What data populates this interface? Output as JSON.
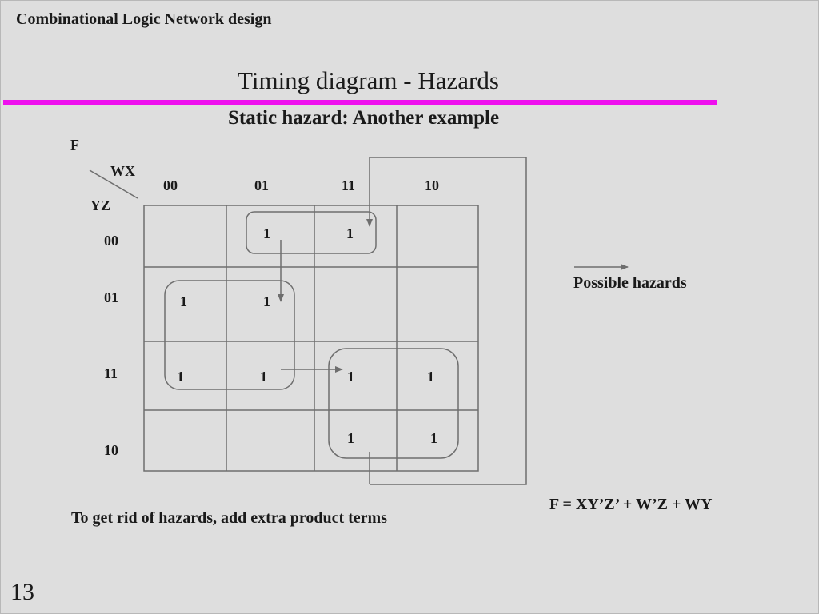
{
  "slide": {
    "header": "Combinational Logic Network design",
    "title": "Timing diagram - Hazards",
    "subtitle": "Static hazard: Another example",
    "slide_number": "13"
  },
  "kmap": {
    "function_label": "F",
    "row_vars": "WX",
    "col_vars": "YZ",
    "column_codes": [
      "00",
      "01",
      "11",
      "10"
    ],
    "row_codes": [
      "00",
      "01",
      "11",
      "10"
    ],
    "cells": [
      [
        "",
        "1",
        "1",
        ""
      ],
      [
        "1",
        "1",
        "",
        ""
      ],
      [
        "1",
        "1",
        "1",
        "1"
      ],
      [
        "",
        "",
        "1",
        "1"
      ]
    ]
  },
  "legend": {
    "label": "Possible hazards"
  },
  "equation": "F = XY’Z’ + W’Z + WY",
  "footnote": "To get rid of hazards, add extra product terms"
}
